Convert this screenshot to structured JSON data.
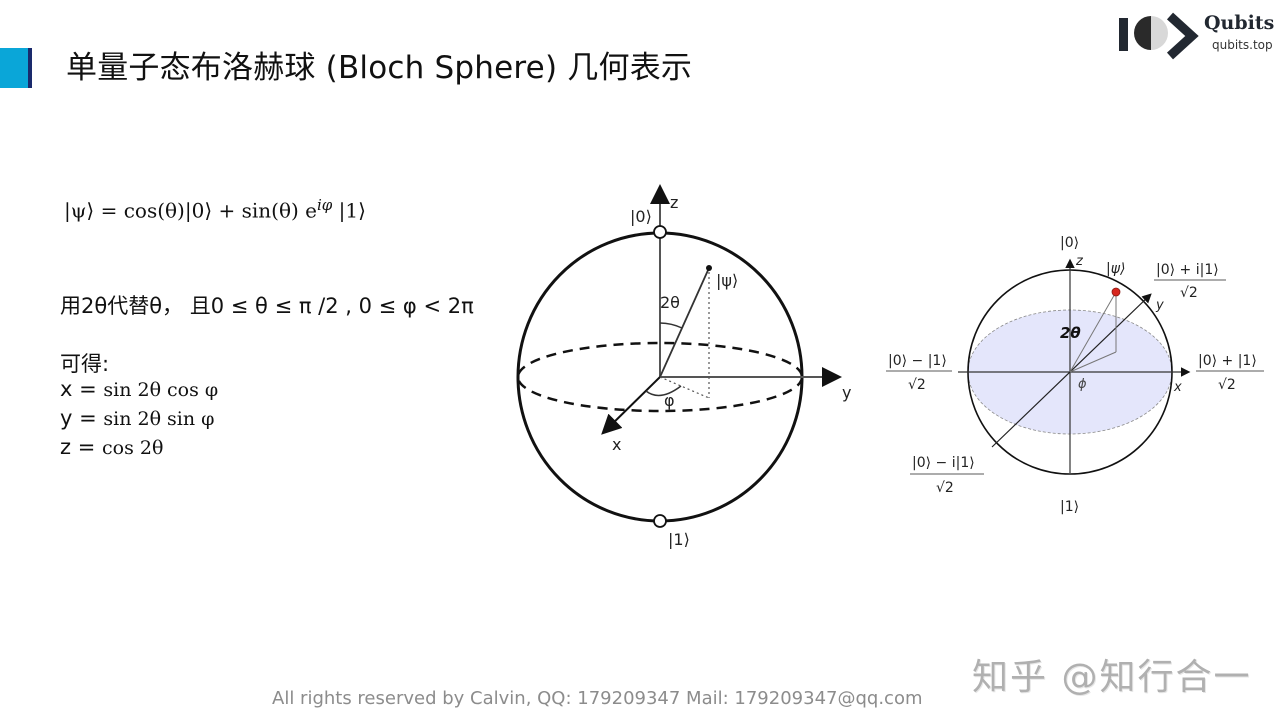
{
  "slide": {
    "title": "单量子态布洛赫球 (Bloch Sphere) 几何表示",
    "accent_color": "#0aa6d8",
    "accent_edge_color": "#1a2a6c"
  },
  "logo": {
    "name": "Qubits",
    "url": "qubits.top",
    "icon": "yin-yang-chevron-logo-icon"
  },
  "formula": {
    "psi_lhs": "|ψ⟩ = ",
    "term1": "cos(θ)|0⟩",
    "plus": " + ",
    "term2": "sin(θ) e",
    "exponent": "iφ",
    "term3": " |1⟩"
  },
  "notes": {
    "substitution": "用2θ代替θ， 且0 ≤ θ ≤ π /2 , 0 ≤ φ < 2π",
    "result_label": "可得:",
    "x_label": "x = ",
    "x_expr": "sin 2θ cos φ",
    "y_label": "y = ",
    "y_expr": "sin 2θ sin φ",
    "z_label": "z = ",
    "z_expr": "cos 2θ"
  },
  "diagram_left": {
    "z_axis": "z",
    "y_axis": "y",
    "x_axis": "x",
    "north_pole": "|0⟩",
    "south_pole": "|1⟩",
    "state": "|ψ⟩",
    "polar_angle": "2θ",
    "azimuth_angle": "φ"
  },
  "diagram_right": {
    "top_state": "|0⟩",
    "bottom_state": "|1⟩",
    "z_axis": "z",
    "y_axis": "y",
    "x_axis": "x",
    "state": "|ψ⟩",
    "polar_angle": "2θ",
    "azimuth_angle": "ϕ",
    "plus_i_num": "|0⟩ + i|1⟩",
    "minus_i_num": "|0⟩ − i|1⟩",
    "plus_num": "|0⟩ + |1⟩",
    "minus_num": "|0⟩ − |1⟩",
    "denominator": "√2",
    "state_color": "#d7261e",
    "equator_fill": "#e4e6fb"
  },
  "footer": {
    "text": "All rights reserved by Calvin,  QQ: 179209347   Mail: 179209347@qq.com"
  },
  "watermark": {
    "text": "知乎 @知行合一"
  }
}
